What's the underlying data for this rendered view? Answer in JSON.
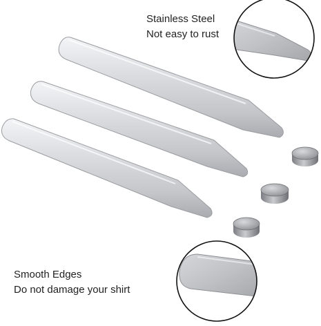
{
  "callouts": {
    "top": {
      "line1": "Stainless Steel",
      "line2": "Not easy to rust",
      "icon": "zoom-circle-icon"
    },
    "bottom": {
      "line1": "Smooth Edges",
      "line2": "Do not damage your shirt",
      "icon": "zoom-circle-icon"
    }
  },
  "colors": {
    "background": "#ffffff",
    "steel_light": "#e6e7ea",
    "steel_mid": "#c7c9cd",
    "steel_dark": "#8e9095",
    "outline": "#9a9ca0",
    "circle_stroke": "#111111",
    "text": "#222222"
  },
  "product": {
    "stay_count": 3,
    "magnet_count": 3
  }
}
